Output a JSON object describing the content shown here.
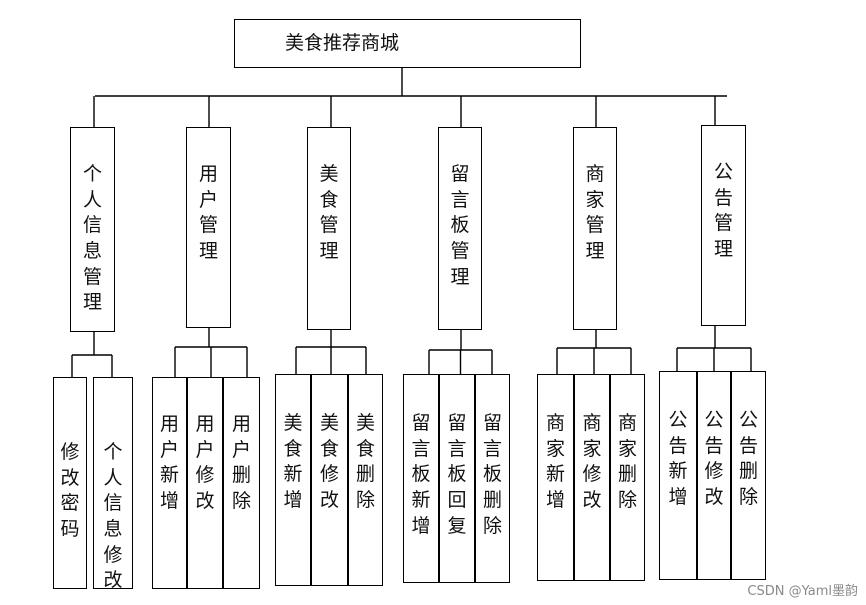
{
  "diagram": {
    "root": "美食推荐商城",
    "groups": [
      {
        "title": "个人信息管理",
        "children": [
          "修改密码",
          "个人信息修改"
        ]
      },
      {
        "title": "用户管理",
        "children": [
          "用户新增",
          "用户修改",
          "用户删除"
        ]
      },
      {
        "title": "美食管理",
        "children": [
          "美食新增",
          "美食修改",
          "美食删除"
        ]
      },
      {
        "title": "留言板管理",
        "children": [
          "留言板新增",
          "留言板回复",
          "留言板删除"
        ]
      },
      {
        "title": "商家管理",
        "children": [
          "商家新增",
          "商家修改",
          "商家删除"
        ]
      },
      {
        "title": "公告管理",
        "children": [
          "公告新增",
          "公告修改",
          "公告删除"
        ]
      }
    ]
  },
  "watermark": "CSDN @Yaml墨韵"
}
